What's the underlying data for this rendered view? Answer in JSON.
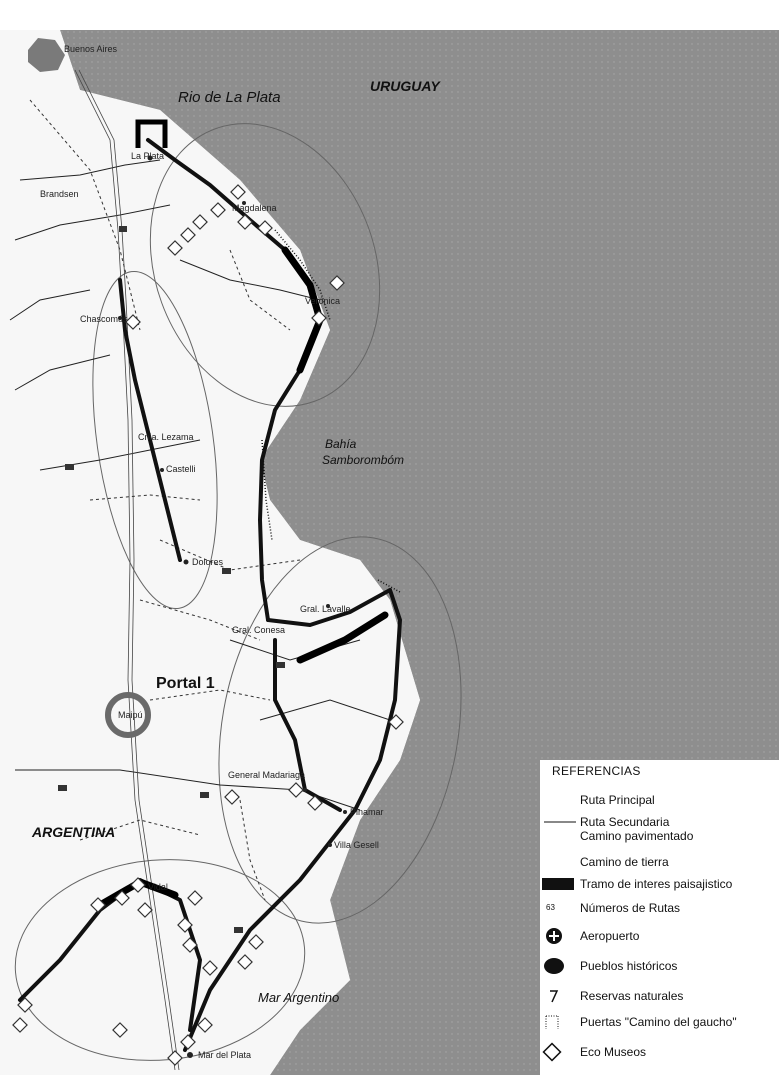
{
  "map": {
    "countries": {
      "uruguay": "URUGUAY",
      "argentina": "ARGENTINA"
    },
    "water": {
      "rio": "Rio de La Plata",
      "bahia_line1": "Bahía",
      "bahia_line2": "Samborombóm",
      "mar": "Mar Argentino"
    },
    "portal": "Portal 1",
    "cities": {
      "buenos_aires": "Buenos Aires",
      "la_plata": "La Plata",
      "magdalena": "Magdalena",
      "chascomus": "Chascomús",
      "dolores": "Dolores",
      "castelli": "Castelli",
      "gral_lavalle": "Gral. Lavalle",
      "gral_conesa": "Gral. Conesa",
      "general_madariaga": "General Madariaga",
      "pinamar": "Pinamar",
      "villa_gesell": "Villa Gesell",
      "mar_del_plata": "Mar del Plata",
      "maipu": "Maipú",
      "vidal": "Vidal",
      "brandsen": "Brandsen",
      "lezama": "Cnia. Lezama",
      "verónica": "Verónica"
    },
    "colors": {
      "land": "#f7f7f7",
      "sea": "#8e8e8e",
      "route": "#111111",
      "zone_outline": "#666666",
      "buenos_aires_fill": "#7a7a7a",
      "portal_ring": "#6a6a6a"
    }
  },
  "legend": {
    "title": "REFERENCIAS",
    "items": [
      {
        "key": "ruta_principal",
        "label": "Ruta Principal"
      },
      {
        "key": "ruta_secundaria",
        "label": "Ruta Secundaria"
      },
      {
        "key": "camino_pavimentado",
        "label": "Camino pavimentado"
      },
      {
        "key": "camino_tierra",
        "label": "Camino de tierra"
      },
      {
        "key": "tramo",
        "label": "Tramo de interes paisajistico"
      },
      {
        "key": "numeros",
        "label": "Números de Rutas",
        "symbol_text": "63"
      },
      {
        "key": "aeropuerto",
        "label": "Aeropuerto"
      },
      {
        "key": "pueblos",
        "label": "Pueblos históricos"
      },
      {
        "key": "reservas",
        "label": "Reservas naturales"
      },
      {
        "key": "puertas",
        "label": "Puertas \"Camino del gaucho\""
      },
      {
        "key": "eco",
        "label": "Eco Museos"
      }
    ]
  }
}
